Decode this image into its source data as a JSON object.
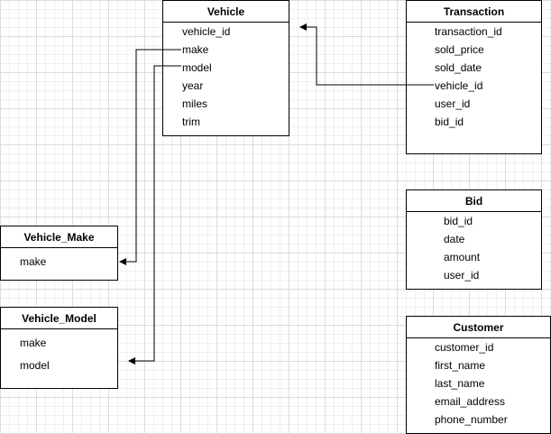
{
  "entities": {
    "vehicle": {
      "title": "Vehicle",
      "fields": [
        "vehicle_id",
        "make",
        "model",
        "year",
        "miles",
        "trim"
      ]
    },
    "transaction": {
      "title": "Transaction",
      "fields": [
        "transaction_id",
        "sold_price",
        "sold_date",
        "vehicle_id",
        "user_id",
        "bid_id"
      ]
    },
    "bid": {
      "title": "Bid",
      "fields": [
        "bid_id",
        "date",
        "amount",
        "user_id"
      ]
    },
    "vehicle_make": {
      "title": "Vehicle_Make",
      "fields": [
        "make"
      ]
    },
    "vehicle_model": {
      "title": "Vehicle_Model",
      "fields": [
        "make",
        "model"
      ]
    },
    "customer": {
      "title": "Customer",
      "fields": [
        "customer_id",
        "first_name",
        "last_name",
        "email_address",
        "phone_number"
      ]
    }
  }
}
